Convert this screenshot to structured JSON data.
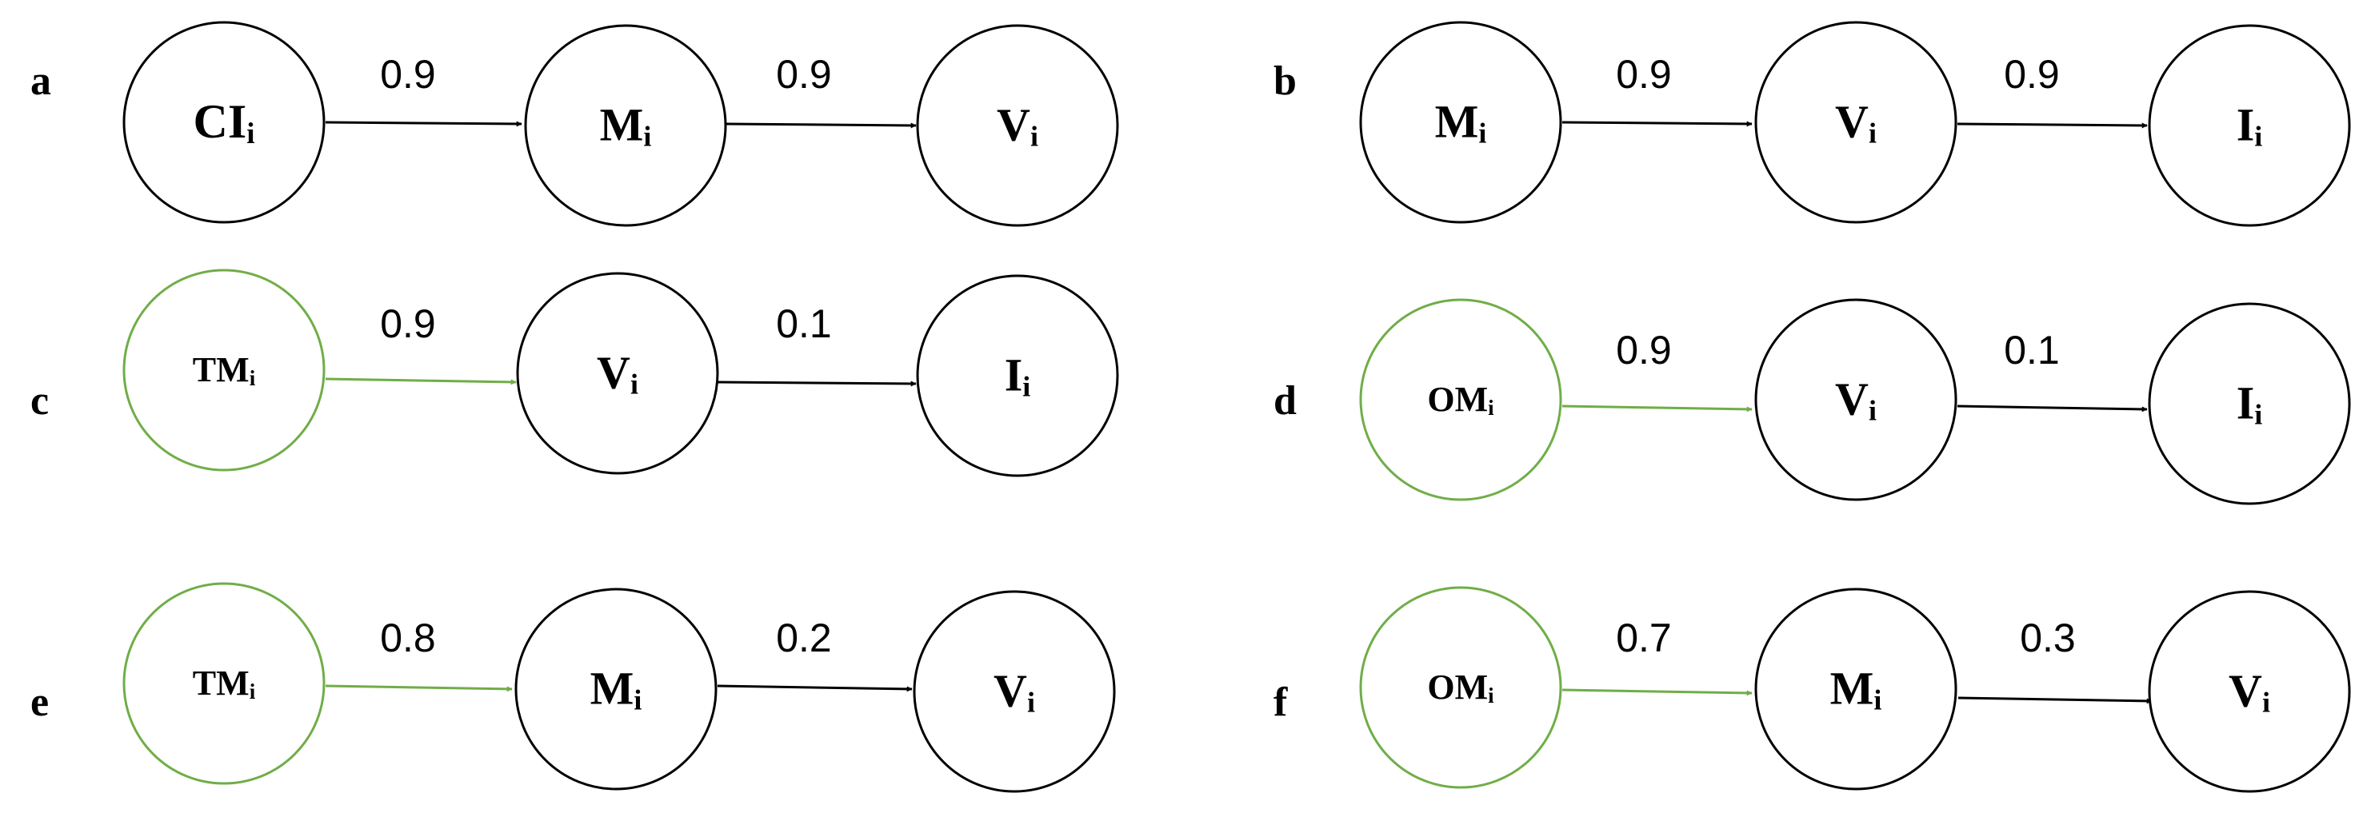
{
  "colors": {
    "default": "#000000",
    "green": "#70ad47"
  },
  "panels": [
    {
      "label": "a",
      "nodes": [
        {
          "base": "CI",
          "sub": "i",
          "color": "default"
        },
        {
          "base": "M",
          "sub": "i",
          "color": "default"
        },
        {
          "base": "V",
          "sub": "i",
          "color": "default"
        }
      ],
      "edges": [
        {
          "value": "0.9",
          "color": "default"
        },
        {
          "value": "0.9",
          "color": "default"
        }
      ]
    },
    {
      "label": "b",
      "nodes": [
        {
          "base": "M",
          "sub": "i",
          "color": "default"
        },
        {
          "base": "V",
          "sub": "i",
          "color": "default"
        },
        {
          "base": "I",
          "sub": "i",
          "color": "default"
        }
      ],
      "edges": [
        {
          "value": "0.9",
          "color": "default"
        },
        {
          "value": "0.9",
          "color": "default"
        }
      ]
    },
    {
      "label": "c",
      "nodes": [
        {
          "base": "TM",
          "sub": "i",
          "color": "green"
        },
        {
          "base": "V",
          "sub": "i",
          "color": "default"
        },
        {
          "base": "I",
          "sub": "i",
          "color": "default"
        }
      ],
      "edges": [
        {
          "value": "0.9",
          "color": "green"
        },
        {
          "value": "0.1",
          "color": "default"
        }
      ]
    },
    {
      "label": "d",
      "nodes": [
        {
          "base": "OM",
          "sub": "i",
          "color": "green"
        },
        {
          "base": "V",
          "sub": "i",
          "color": "default"
        },
        {
          "base": "I",
          "sub": "i",
          "color": "default"
        }
      ],
      "edges": [
        {
          "value": "0.9",
          "color": "green"
        },
        {
          "value": "0.1",
          "color": "default"
        }
      ]
    },
    {
      "label": "e",
      "nodes": [
        {
          "base": "TM",
          "sub": "i",
          "color": "green"
        },
        {
          "base": "M",
          "sub": "i",
          "color": "default"
        },
        {
          "base": "V",
          "sub": "i",
          "color": "default"
        }
      ],
      "edges": [
        {
          "value": "0.8",
          "color": "green"
        },
        {
          "value": "0.2",
          "color": "default"
        }
      ]
    },
    {
      "label": "f",
      "nodes": [
        {
          "base": "OM",
          "sub": "i",
          "color": "green"
        },
        {
          "base": "M",
          "sub": "i",
          "color": "default"
        },
        {
          "base": "V",
          "sub": "i",
          "color": "default"
        }
      ],
      "edges": [
        {
          "value": "0.7",
          "color": "green"
        },
        {
          "value": "0.3",
          "color": "default"
        }
      ]
    }
  ]
}
